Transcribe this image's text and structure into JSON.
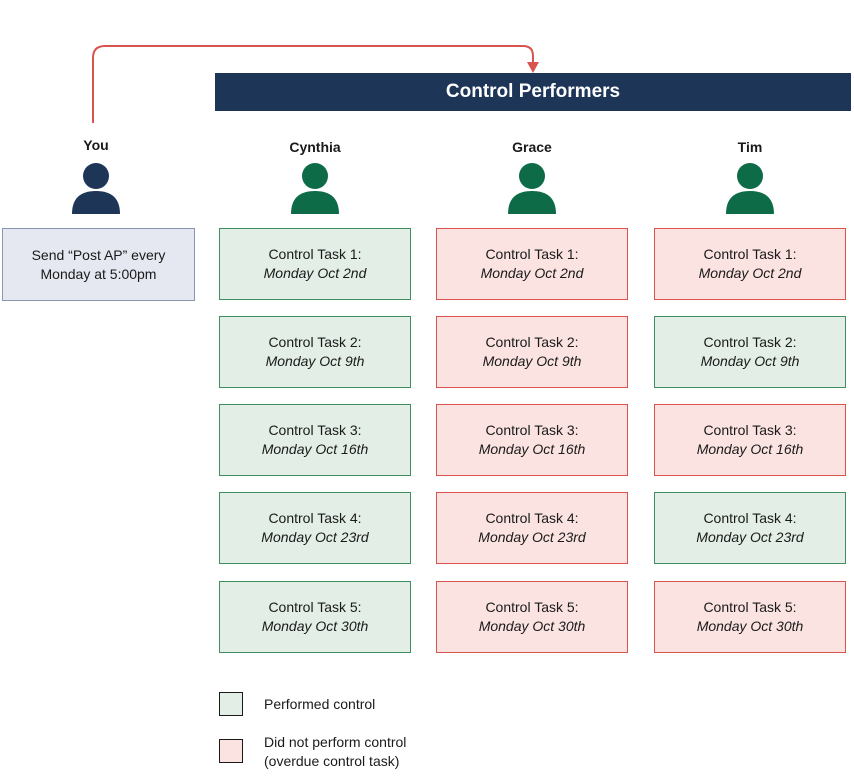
{
  "banner_title": "Control Performers",
  "you": {
    "name": "You",
    "message": "Send “Post AP” every Monday at 5:00pm"
  },
  "performers": [
    {
      "name": "Cynthia",
      "tasks": [
        {
          "label": "Control Task 1:",
          "date": "Monday Oct 2nd",
          "status": "performed"
        },
        {
          "label": "Control Task 2:",
          "date": "Monday Oct 9th",
          "status": "performed"
        },
        {
          "label": "Control Task 3:",
          "date": "Monday Oct 16th",
          "status": "performed"
        },
        {
          "label": "Control Task 4:",
          "date": "Monday Oct 23rd",
          "status": "performed"
        },
        {
          "label": "Control Task 5:",
          "date": "Monday Oct 30th",
          "status": "performed"
        }
      ]
    },
    {
      "name": "Grace",
      "tasks": [
        {
          "label": "Control Task 1:",
          "date": "Monday Oct 2nd",
          "status": "overdue"
        },
        {
          "label": "Control Task 2:",
          "date": "Monday Oct 9th",
          "status": "overdue"
        },
        {
          "label": "Control Task 3:",
          "date": "Monday Oct 16th",
          "status": "overdue"
        },
        {
          "label": "Control Task 4:",
          "date": "Monday Oct 23rd",
          "status": "overdue"
        },
        {
          "label": "Control Task 5:",
          "date": "Monday Oct 30th",
          "status": "overdue"
        }
      ]
    },
    {
      "name": "Tim",
      "tasks": [
        {
          "label": "Control Task 1:",
          "date": "Monday Oct 2nd",
          "status": "overdue"
        },
        {
          "label": "Control Task 2:",
          "date": "Monday Oct 9th",
          "status": "performed"
        },
        {
          "label": "Control Task 3:",
          "date": "Monday Oct 16th",
          "status": "overdue"
        },
        {
          "label": "Control Task 4:",
          "date": "Monday Oct 23rd",
          "status": "performed"
        },
        {
          "label": "Control Task 5:",
          "date": "Monday Oct 30th",
          "status": "overdue"
        }
      ]
    }
  ],
  "legend": {
    "performed": "Performed control",
    "overdue_line1": "Did not perform control",
    "overdue_line2": "(overdue control task)"
  },
  "colors": {
    "banner": "#1d3557",
    "you_icon": "#1d3557",
    "performer_icon": "#0e6b47",
    "performed_fill": "#e2eee6",
    "performed_border": "#3e8f60",
    "overdue_fill": "#fbe3e1",
    "overdue_border": "#d9534f",
    "arrow": "#d9534f"
  }
}
